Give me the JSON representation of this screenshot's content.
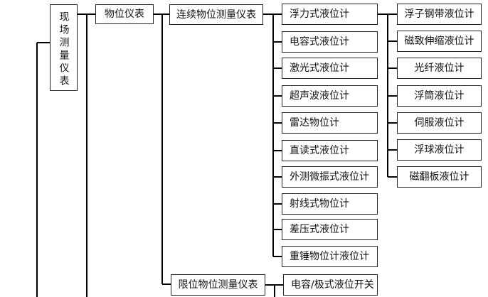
{
  "root": {
    "label": "现场测量仪表"
  },
  "level1": {
    "label": "物位仪表"
  },
  "level2": {
    "continuous": "连续物位测量仪表",
    "limit": "限位物位测量仪表"
  },
  "continuous_items": [
    "浮力式液位计",
    "电容式液位计",
    "激光式液位计",
    "超声波液位计",
    "雷达物位计",
    "直读式液位计",
    "外测微振式液位计",
    "射线式物位计",
    "差压式液位计",
    "重锤物位计液位计"
  ],
  "buoyancy_items": [
    "浮子钢带液位计",
    "磁致伸缩液位计",
    "光纤液位计",
    "浮筒液位计",
    "伺服液位计",
    "浮球液位计",
    "磁翻板液位计"
  ],
  "limit_items": [
    "电容/极式液位开关"
  ]
}
